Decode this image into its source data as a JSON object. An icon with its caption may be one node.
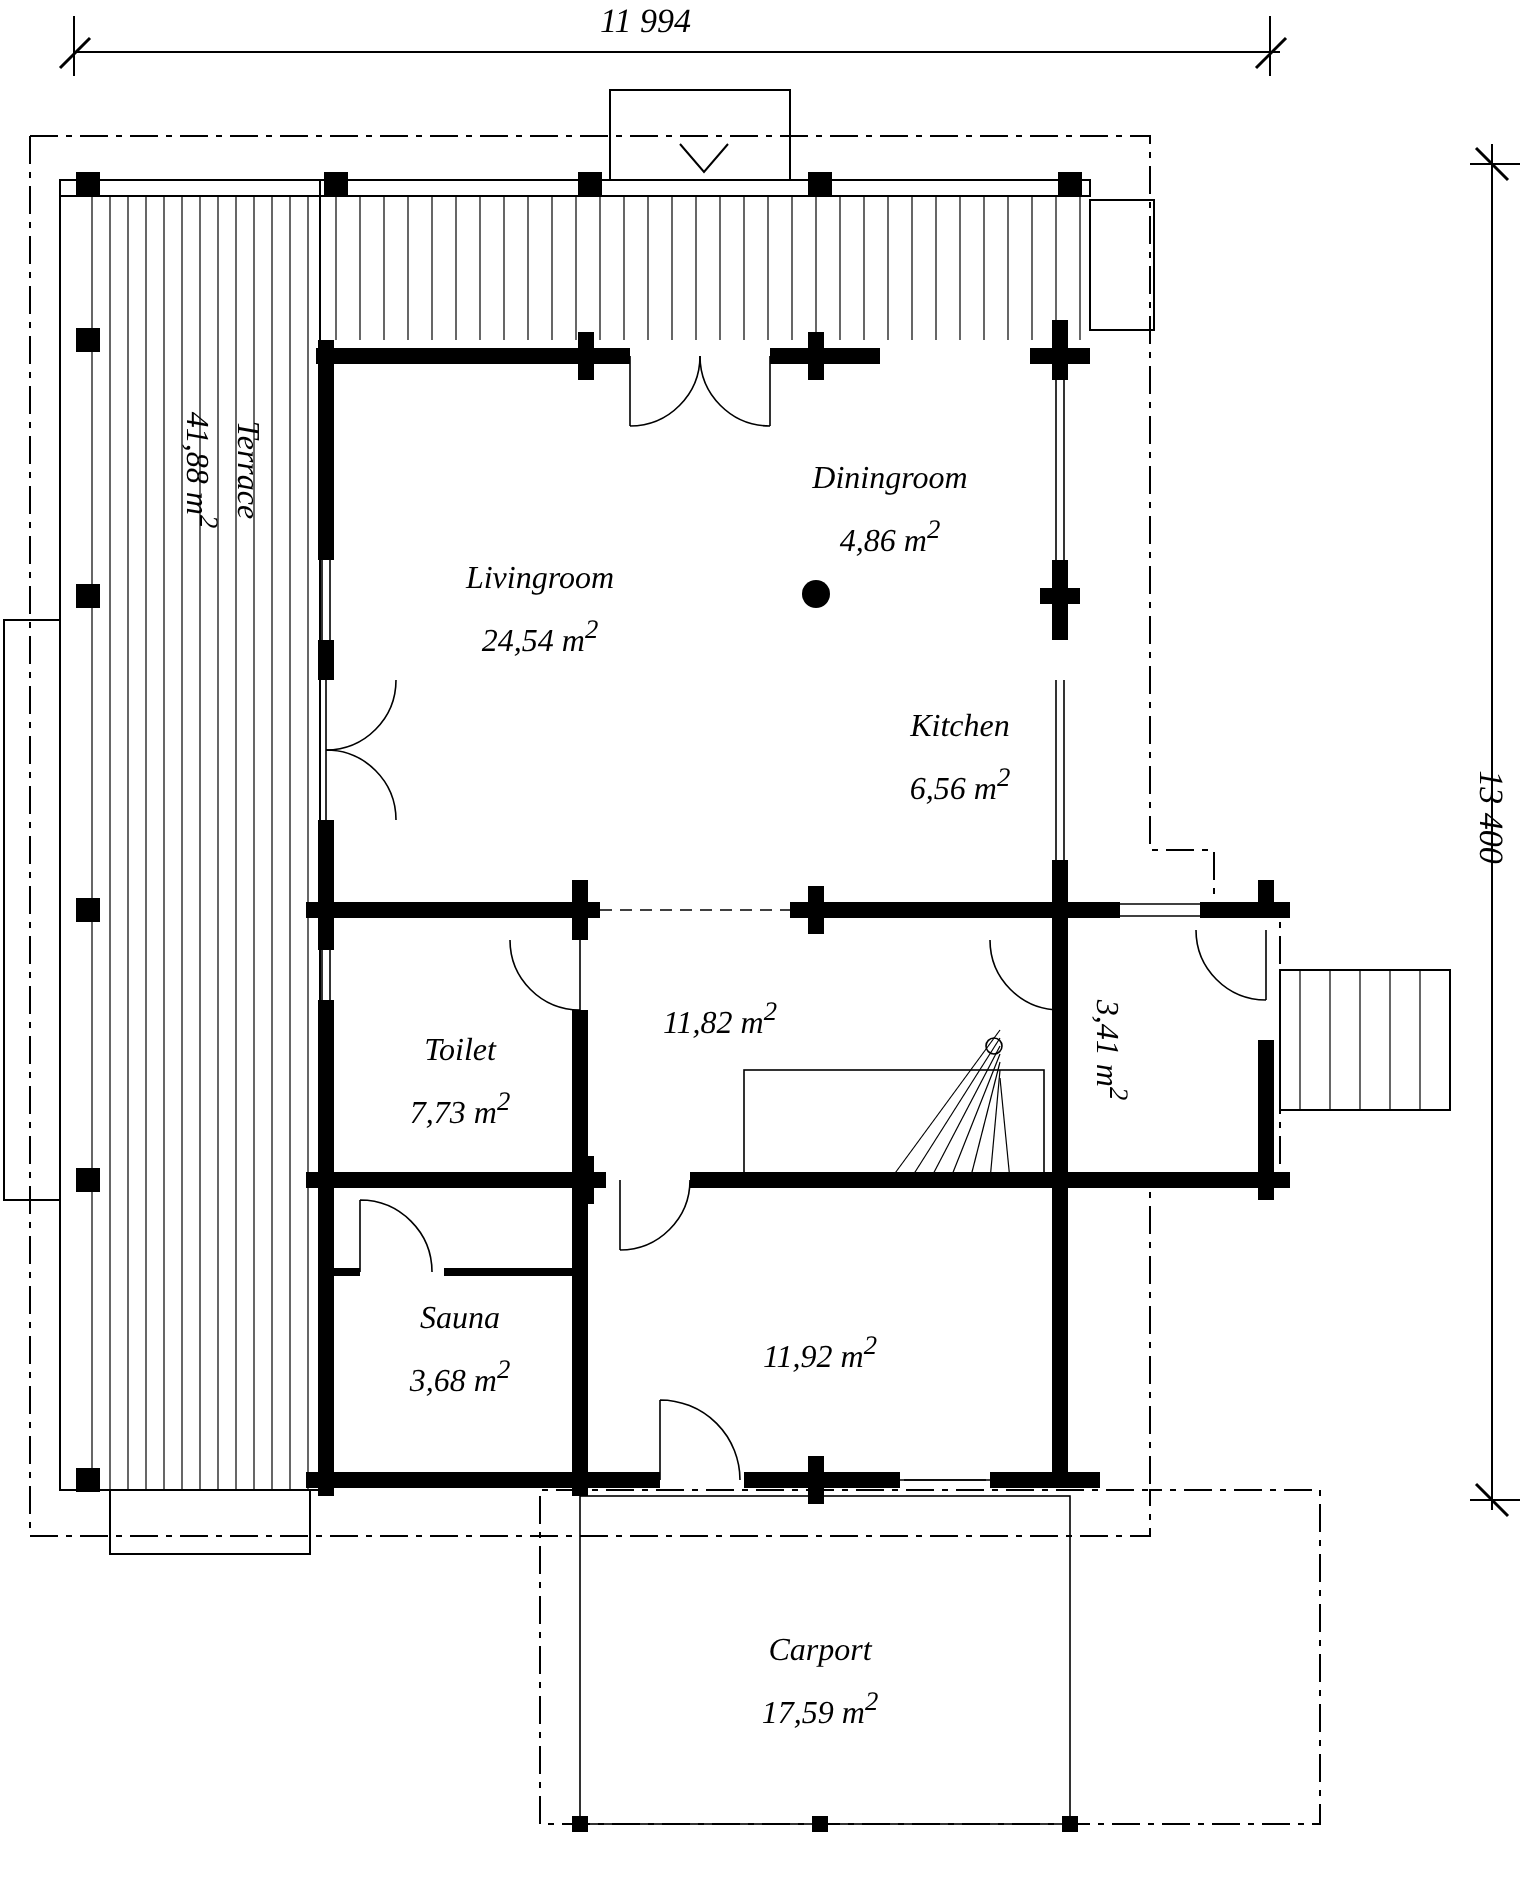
{
  "diagram": {
    "nodes": [
      {
        "text": [
          "Terrace",
          "41,88 m$^{2}$"
        ]
      },
      {
        "text": [
          "Diningroom",
          "4,86 m$^{2}$"
        ]
      },
      {
        "text": [
          "Livingroom",
          "24,54 m$^{2}$"
        ]
      },
      {
        "text": [
          "Kitchen",
          "6,56 m$^{2}$"
        ]
      },
      {
        "text": [
          "11,82 m$^{2}$"
        ]
      },
      {
        "text": [
          "3,41 m$^{2}$"
        ]
      },
      {
        "text": [
          "Toilet",
          "7,73 m$^{2}$"
        ]
      },
      {
        "text": [
          "Sauna",
          "3,68 m$^{2}$"
        ]
      },
      {
        "text": [
          "11,92 m$^{2}$"
        ]
      },
      {
        "text": [
          "Carport",
          "17,59 m$^{2}$"
        ]
      }
    ],
    "labels": [
      "11 994",
      "13 400"
    ]
  }
}
